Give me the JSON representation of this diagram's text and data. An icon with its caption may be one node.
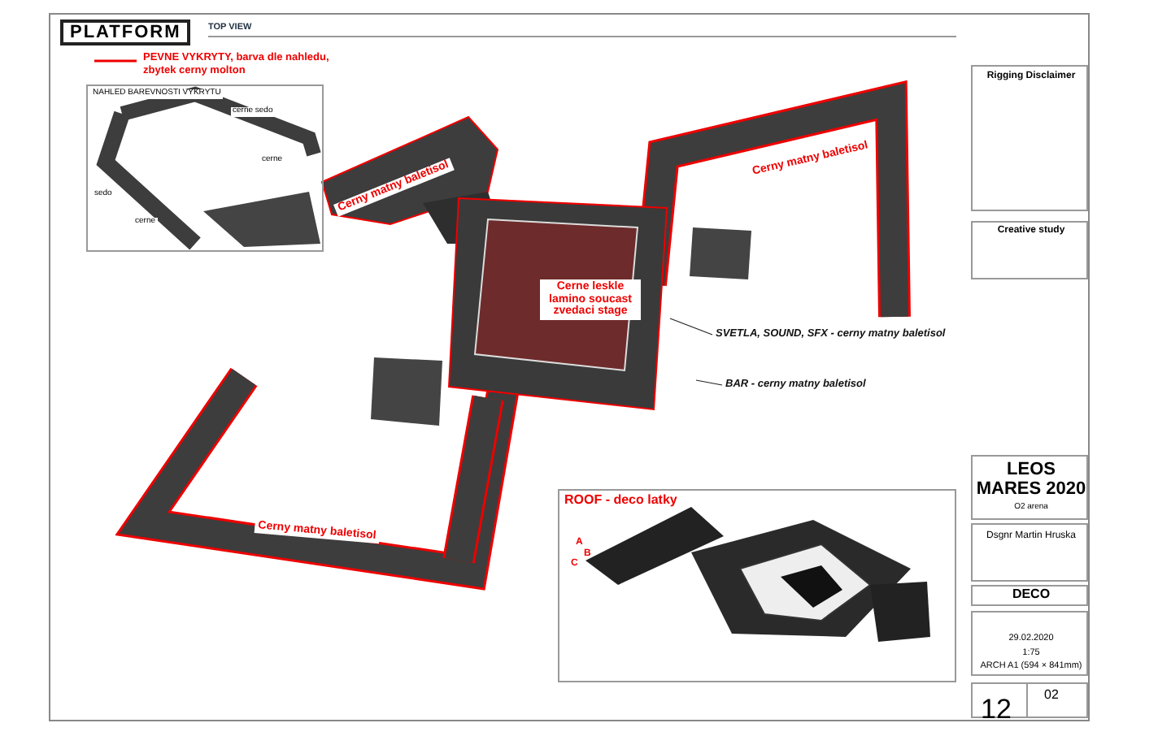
{
  "diagram": {
    "title": "PLATFORM",
    "nodes": [
      {
        "text": [
          "SVETLA, SOUND, SFX - cerny matny baletisol"
        ]
      },
      {
        "text": [
          "BAR - cerny matny baletisol"
        ]
      }
    ],
    "edges": [
      {
        "from": 0,
        "to": null,
        "arrow": "none"
      },
      {
        "from": 1,
        "to": null,
        "arrow": "none"
      }
    ],
    "labels": [
      "TOP VIEW",
      "NAHLED BAREVNOSTI VYKRYTU",
      "cerne sedo",
      "cerne",
      "sedo",
      "cerne",
      "Cerny matny baletisol",
      "Cerny matny baletisol",
      "Cerne leskle lamino soucast zvedaci stage",
      "Cerny matny baletisol",
      "ROOF - deco latky",
      "A",
      "B",
      "C",
      "Rigging Disclaimer",
      "Creative study",
      "LEOS MARES 2020",
      "O2 arena",
      "Dsgnr Martin Hruska",
      "DECO",
      "29.02.2020",
      "1:75",
      "ARCH A1 (594 × 841mm)",
      "12",
      "02"
    ],
    "legend": [
      {
        "text": "PEVNE VYKRYTY, barva dle nahledu, zbytek cerny molton"
      }
    ]
  }
}
